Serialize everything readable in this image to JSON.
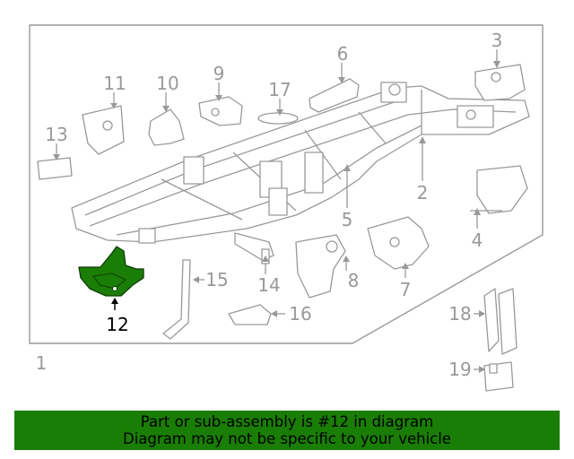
{
  "diagram": {
    "highlight_color": "#1a7d05",
    "callouts": [
      {
        "id": "1",
        "text": "1"
      },
      {
        "id": "2",
        "text": "2"
      },
      {
        "id": "3",
        "text": "3"
      },
      {
        "id": "4",
        "text": "4"
      },
      {
        "id": "5",
        "text": "5"
      },
      {
        "id": "6",
        "text": "6"
      },
      {
        "id": "7",
        "text": "7"
      },
      {
        "id": "8",
        "text": "8"
      },
      {
        "id": "9",
        "text": "9"
      },
      {
        "id": "10",
        "text": "10"
      },
      {
        "id": "11",
        "text": "11"
      },
      {
        "id": "12",
        "text": "12",
        "highlighted": true
      },
      {
        "id": "13",
        "text": "13"
      },
      {
        "id": "14",
        "text": "14"
      },
      {
        "id": "15",
        "text": "15"
      },
      {
        "id": "16",
        "text": "16"
      },
      {
        "id": "17",
        "text": "17"
      },
      {
        "id": "18",
        "text": "18"
      },
      {
        "id": "19",
        "text": "19"
      }
    ]
  },
  "banner": {
    "line1": "Part or sub-assembly is #12 in diagram",
    "line2": "Diagram may not be specific to your vehicle",
    "background": "#1a7d05"
  }
}
